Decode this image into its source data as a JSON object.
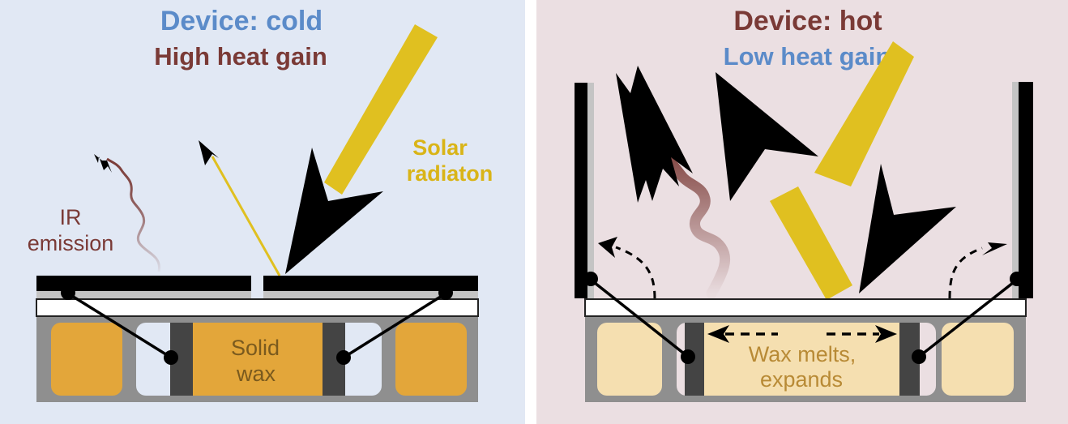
{
  "colors": {
    "cold_bg": "#e1e8f4",
    "hot_bg": "#ebdfe2",
    "blue_text": "#5b8bc9",
    "red_text": "#7a3a36",
    "solar": "#e0c020",
    "solar_text": "#d9b417",
    "wax_solid": "#e3a63a",
    "wax_melted": "#f5dfb0",
    "wax_text_solid": "#7a5a1e",
    "wax_text_melted": "#b88a35",
    "housing": "#8f8f8f",
    "piston": "#444444",
    "panel_black": "#000000",
    "panel_gray": "#c4c4c4"
  },
  "panels": [
    {
      "id": "cold",
      "title": "Device: cold",
      "subtitle": "High heat gain",
      "labels": {
        "solar_line1": "Solar",
        "solar_line2": "radiaton",
        "ir_line1": "IR",
        "ir_line2": "emission",
        "wax_line1": "Solid",
        "wax_line2": "wax"
      }
    },
    {
      "id": "hot",
      "title": "Device: hot",
      "subtitle": "Low heat gain",
      "labels": {
        "wax_line1": "Wax melts,",
        "wax_line2": "expands"
      }
    }
  ]
}
